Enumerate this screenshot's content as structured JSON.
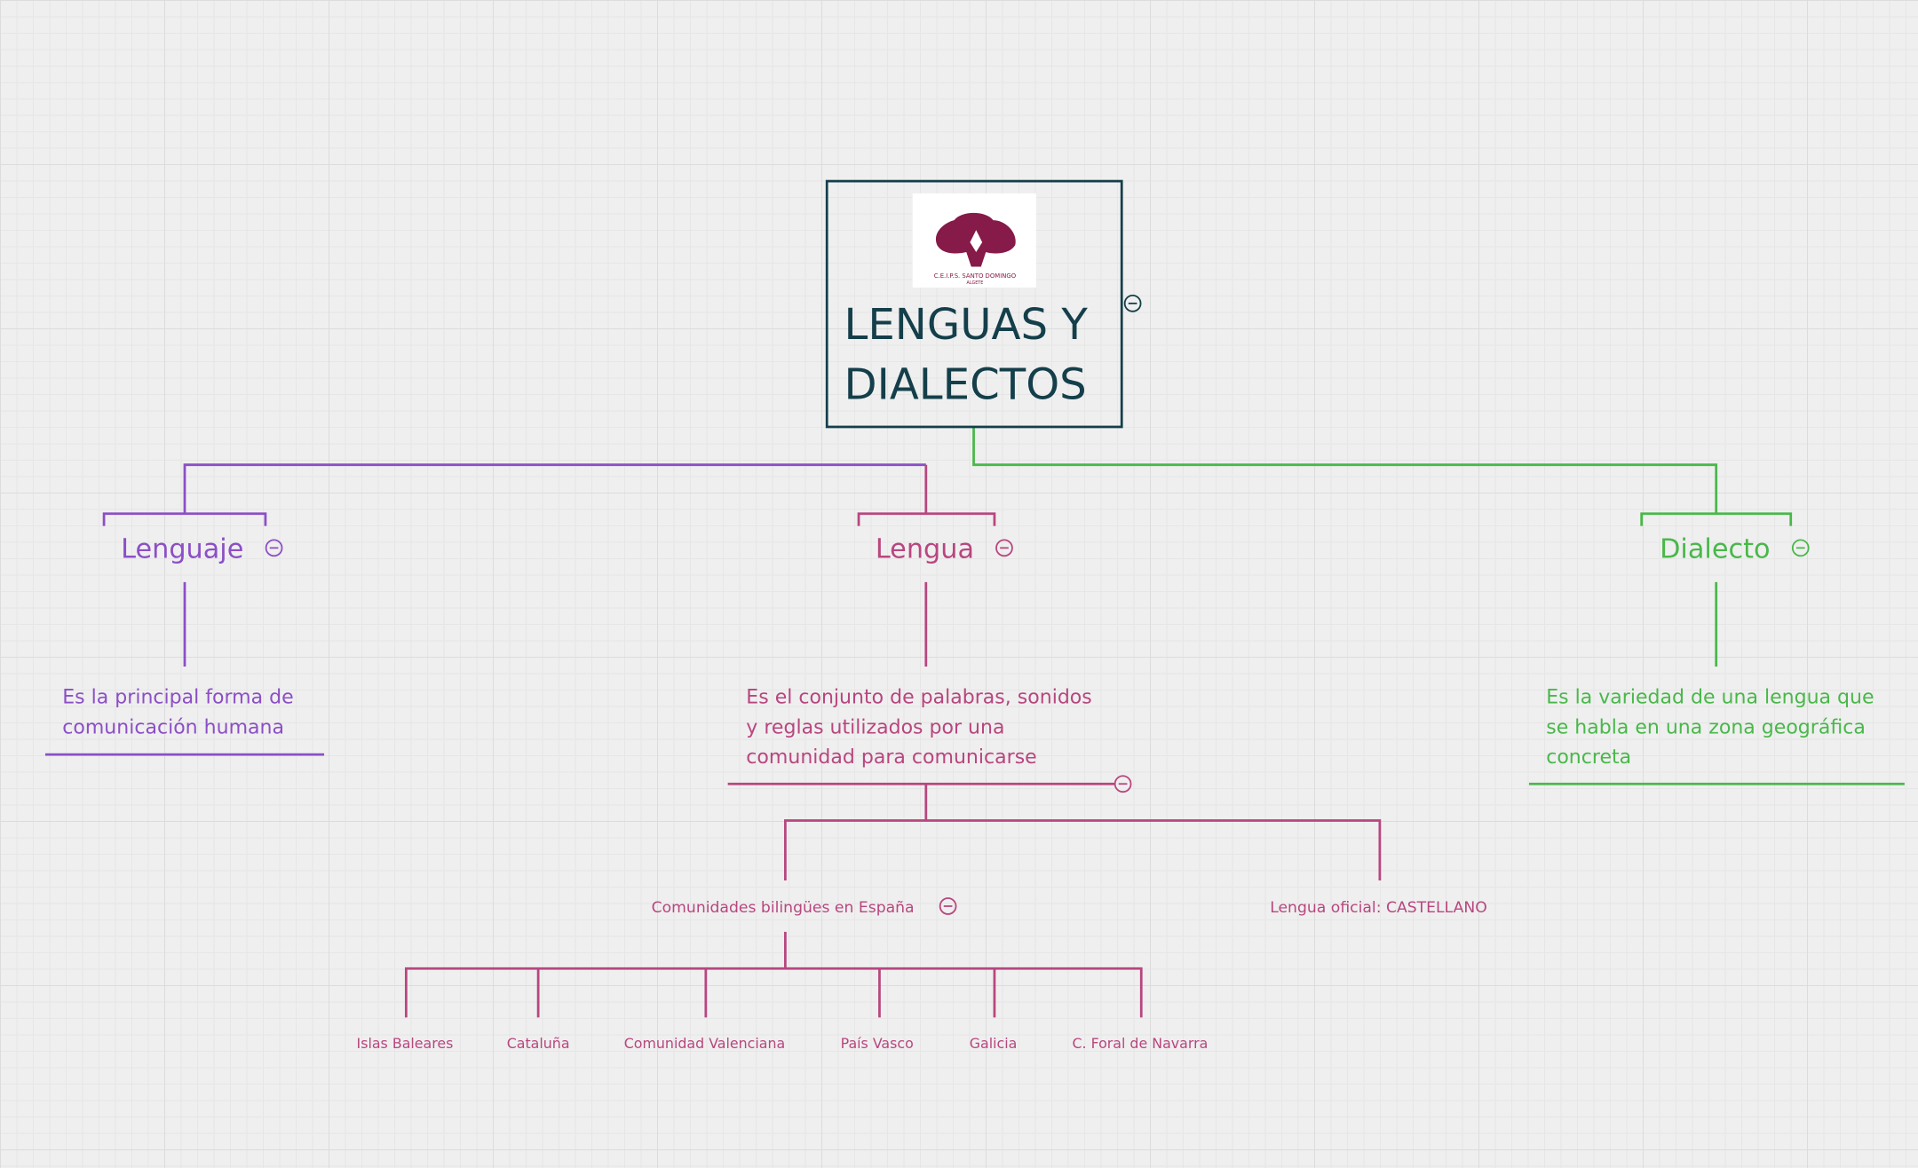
{
  "colors": {
    "root": "#143f4a",
    "lenguaje": "#8c4fc6",
    "lengua": "#b8467f",
    "dialecto": "#49b84a",
    "logo": "#861a48"
  },
  "root": {
    "title_line1": "LENGUAS Y",
    "title_line2": "DIALECTOS",
    "logo_text": "C.E.I.P.S. SANTO DOMINGO",
    "logo_subtext": "ALGETE",
    "collapse_icon": "minus-circle-icon"
  },
  "topics": [
    {
      "label": "Lenguaje",
      "description": [
        "Es la principal forma de",
        "comunicación humana"
      ]
    },
    {
      "label": "Lengua",
      "description": [
        "Es el conjunto de palabras, sonidos",
        "y reglas utilizados por una",
        "comunidad para comunicarse"
      ]
    },
    {
      "label": "Dialecto",
      "description": [
        "Es la variedad de una lengua que",
        "se habla en una zona geográfica",
        "concreta"
      ]
    }
  ],
  "lengua_children": {
    "bilingual": "Comunidades bilingües en España",
    "official": "Lengua oficial: CASTELLANO",
    "communities": [
      "Islas Baleares",
      "Cataluña",
      "Comunidad Valenciana",
      "País Vasco",
      "Galicia",
      "C. Foral de Navarra"
    ]
  }
}
